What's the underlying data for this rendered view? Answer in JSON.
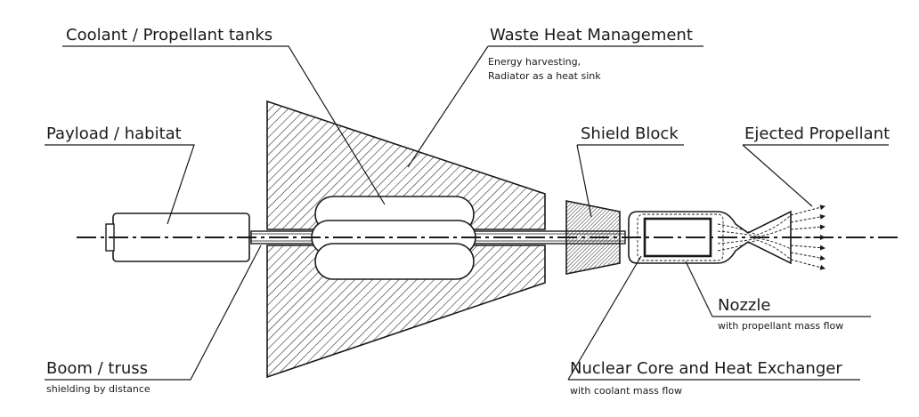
{
  "labels": {
    "coolant_tanks": "Coolant / Propellant tanks",
    "waste_heat": "Waste Heat Management",
    "waste_heat_sub": "Energy harvesting,\nRadiator as a heat sink",
    "payload": "Payload / habitat",
    "shield": "Shield Block",
    "ejected": "Ejected Propellant",
    "nozzle": "Nozzle",
    "nozzle_sub": "with propellant mass flow",
    "boom": "Boom / truss",
    "boom_sub": "shielding by distance",
    "core": "Nuclear Core and Heat Exchanger",
    "core_sub": "with coolant mass flow"
  },
  "colors": {
    "ink": "#1a1a1a",
    "background": "#ffffff"
  }
}
